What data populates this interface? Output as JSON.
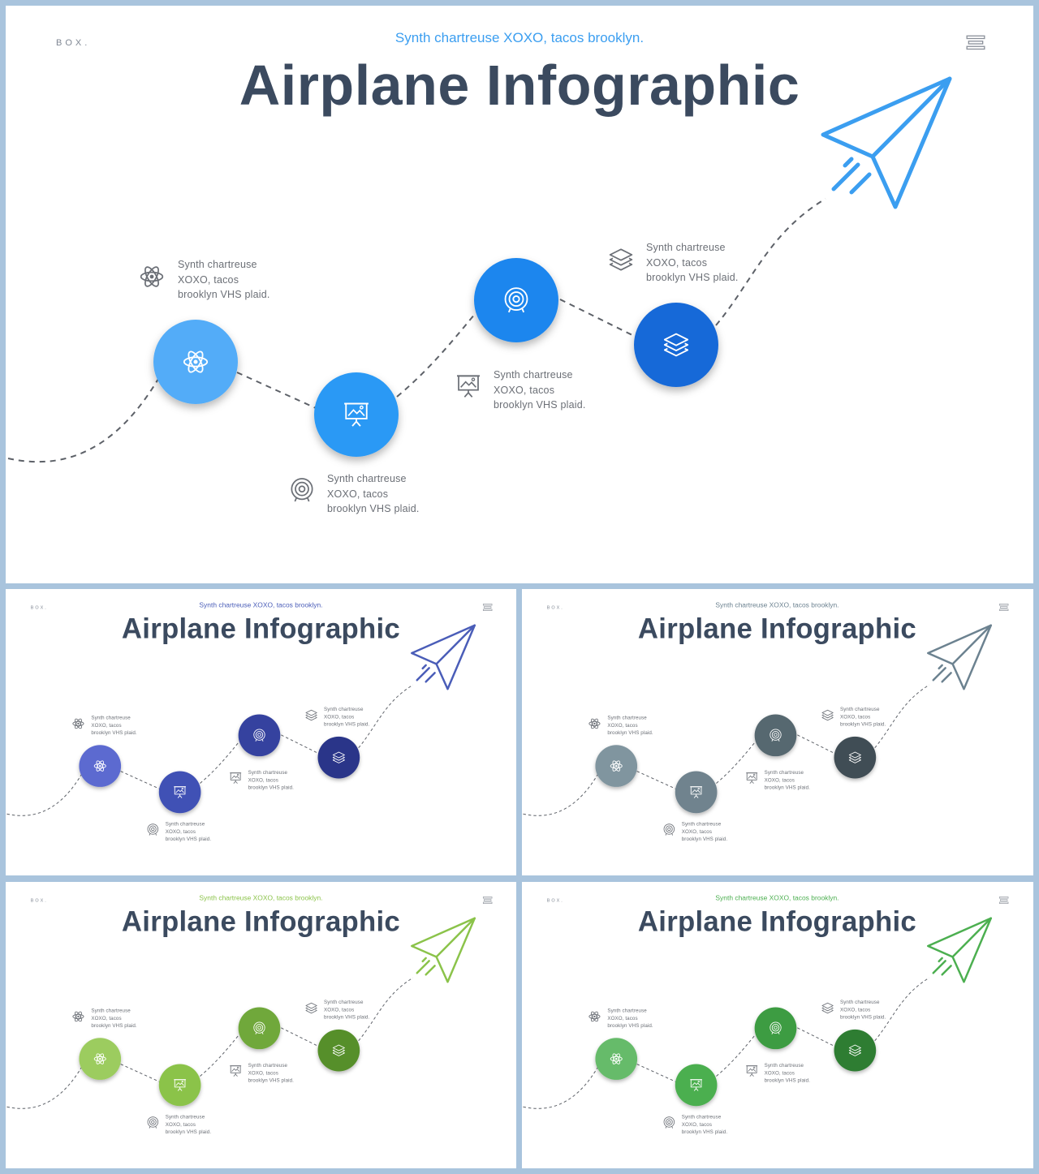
{
  "slide_common": {
    "logo": "BOX.",
    "subtitle": "Synth chartreuse XOXO, tacos brooklyn.",
    "title": "Airplane Infographic",
    "menu_icon": "menu-icon",
    "step_icons": [
      "atom-icon",
      "presentation-icon",
      "target-icon",
      "layers-icon"
    ],
    "caption_icons": [
      "atom-icon",
      "target-icon",
      "presentation-icon",
      "layers-icon"
    ],
    "captions": [
      [
        "Synth chartreuse",
        "XOXO,  tacos",
        "brooklyn VHS plaid."
      ],
      [
        "Synth chartreuse",
        "XOXO,  tacos",
        "brooklyn VHS plaid."
      ],
      [
        "Synth chartreuse",
        "XOXO,  tacos",
        "brooklyn VHS plaid."
      ],
      [
        "Synth chartreuse",
        "XOXO,  tacos",
        "brooklyn VHS plaid."
      ]
    ]
  },
  "themes": [
    {
      "id": "blue",
      "accent": "#3b9ef0",
      "circles": [
        "#52acf8",
        "#2a99f5",
        "#1e86ee",
        "#1969d8"
      ]
    },
    {
      "id": "indigo",
      "accent": "#4a5db8",
      "circles": [
        "#5c6bd0",
        "#3f51b5",
        "#34439f",
        "#2a3689"
      ]
    },
    {
      "id": "slate",
      "accent": "#6c8290",
      "circles": [
        "#80959f",
        "#6f838e",
        "#56676f",
        "#414d54"
      ]
    },
    {
      "id": "lime",
      "accent": "#8bc34a",
      "circles": [
        "#9ccc5e",
        "#8bc34a",
        "#6fa83a",
        "#578f2c"
      ]
    },
    {
      "id": "green",
      "accent": "#4caf50",
      "circles": [
        "#66bb6a",
        "#4caf50",
        "#3d9c42",
        "#2e7d32"
      ]
    }
  ]
}
